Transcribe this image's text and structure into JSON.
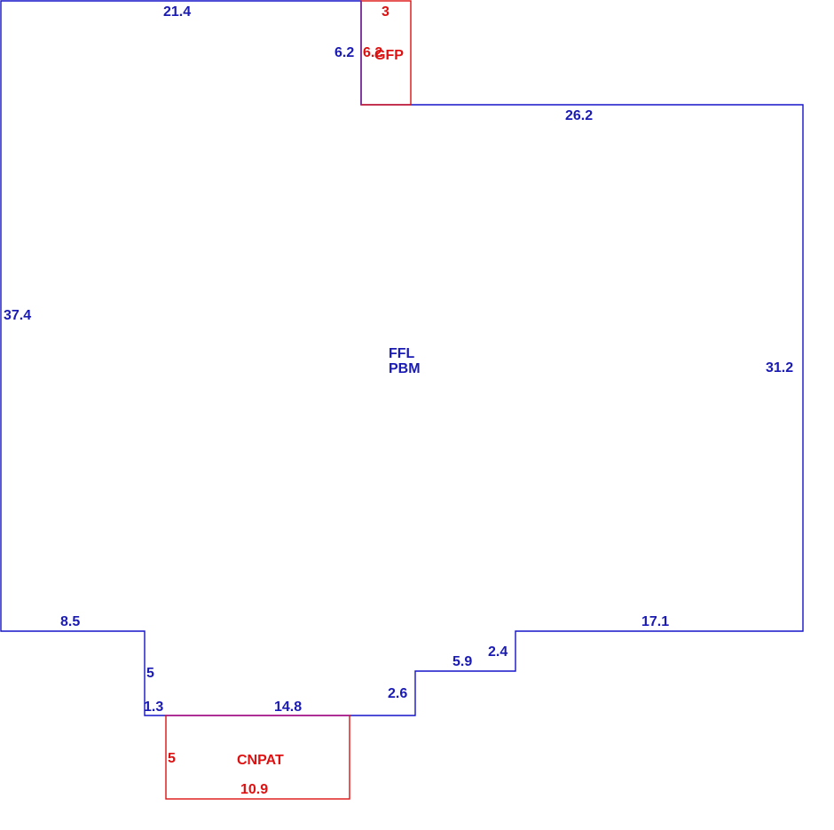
{
  "sketch": {
    "colors": {
      "main_outline": "#1414c8",
      "annex_outline": "#dd1111"
    },
    "main_area": {
      "labels": [
        "FFL",
        "PBM"
      ],
      "dimensions": [
        "21.4",
        "6.2",
        "26.2",
        "37.4",
        "31.2",
        "8.5",
        "5",
        "1.3",
        "14.8",
        "2.6",
        "5.9",
        "2.4",
        "17.1"
      ]
    },
    "annex_top": {
      "label": "GFP",
      "dimensions": [
        "3",
        "6.2"
      ]
    },
    "annex_bottom": {
      "label": "CNPAT",
      "dimensions": [
        "5",
        "10.9"
      ]
    }
  }
}
